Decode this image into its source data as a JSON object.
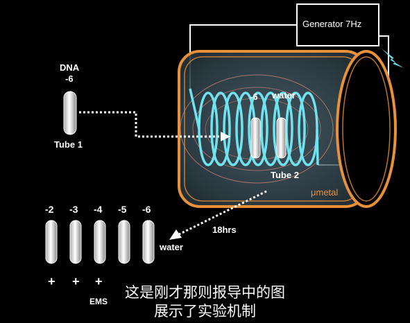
{
  "generator": {
    "label": "Generator 7Hz"
  },
  "tube1": {
    "title": "DNA",
    "dilution": "-6",
    "label": "Tube 1"
  },
  "container": {
    "material": "μmetal"
  },
  "coil": {
    "dilution": "-6",
    "medium": "water"
  },
  "tube2": {
    "label": "Tube 2"
  },
  "transfer": {
    "duration": "18hrs",
    "medium": "water"
  },
  "dilution_row": {
    "dilutions": [
      "-2",
      "-3",
      "-4",
      "-5",
      "-6"
    ],
    "results": [
      "+",
      "+",
      "+",
      "",
      ""
    ],
    "note": "EMS"
  },
  "subtitle": {
    "line1": "这是刚才那则报导中的图",
    "line2": "展示了实验机制"
  },
  "colors": {
    "orange": "#e8913a",
    "cyan": "#6fe3ef",
    "background": "#000000"
  }
}
